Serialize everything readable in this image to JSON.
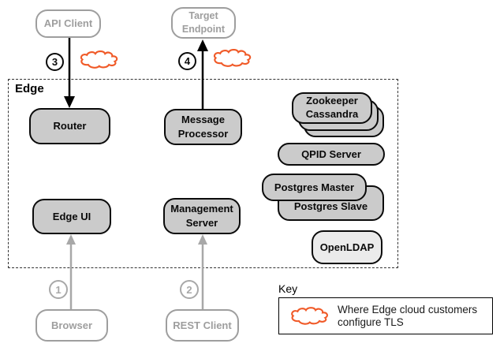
{
  "diagram": {
    "edge_group_label": "Edge",
    "nodes": {
      "api_client": "API Client",
      "target_endpoint": "Target\nEndpoint",
      "router": "Router",
      "message_processor": "Message\nProcessor",
      "edge_ui": "Edge UI",
      "management_server": "Management\nServer",
      "zookeeper_cassandra": "Zookeeper\nCassandra",
      "qpid_server": "QPID Server",
      "postgres_master": "Postgres Master",
      "postgres_slave": "Postgres Slave",
      "openldap": "OpenLDAP",
      "browser": "Browser",
      "rest_client": "REST Client"
    },
    "markers": {
      "step1": "1",
      "step2": "2",
      "step3": "3",
      "step4": "4"
    },
    "key": {
      "title": "Key",
      "cloud_icon": "tls-cloud-icon",
      "cloud_meaning": "Where Edge cloud customers configure TLS"
    },
    "colors": {
      "cloud_orange": "#f05a28",
      "node_fill": "#cbcbcb",
      "openldap_fill": "#ebebeb",
      "external_gray": "#9e9e9e",
      "border_black": "#0a0a0a"
    }
  }
}
